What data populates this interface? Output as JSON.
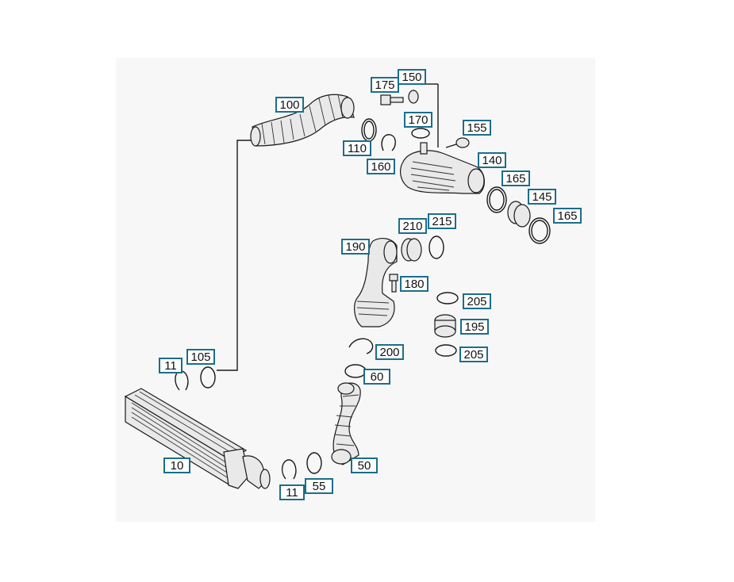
{
  "colors": {
    "callout_border": "#1a6e8c",
    "background": "#f7f7f7",
    "lines": "#1a1a1a"
  },
  "callouts": [
    {
      "id": "c100",
      "label": "100"
    },
    {
      "id": "c175",
      "label": "175"
    },
    {
      "id": "c150",
      "label": "150"
    },
    {
      "id": "c170",
      "label": "170"
    },
    {
      "id": "c155",
      "label": "155"
    },
    {
      "id": "c110",
      "label": "110"
    },
    {
      "id": "c160",
      "label": "160"
    },
    {
      "id": "c140",
      "label": "140"
    },
    {
      "id": "c165a",
      "label": "165"
    },
    {
      "id": "c145",
      "label": "145"
    },
    {
      "id": "c165b",
      "label": "165"
    },
    {
      "id": "c210",
      "label": "210"
    },
    {
      "id": "c215",
      "label": "215"
    },
    {
      "id": "c190",
      "label": "190"
    },
    {
      "id": "c180",
      "label": "180"
    },
    {
      "id": "c205a",
      "label": "205"
    },
    {
      "id": "c195",
      "label": "195"
    },
    {
      "id": "c205b",
      "label": "205"
    },
    {
      "id": "c200",
      "label": "200"
    },
    {
      "id": "c11a",
      "label": "11"
    },
    {
      "id": "c105",
      "label": "105"
    },
    {
      "id": "c60",
      "label": "60"
    },
    {
      "id": "c10",
      "label": "10"
    },
    {
      "id": "c50",
      "label": "50"
    },
    {
      "id": "c11b",
      "label": "11"
    },
    {
      "id": "c55",
      "label": "55"
    }
  ]
}
